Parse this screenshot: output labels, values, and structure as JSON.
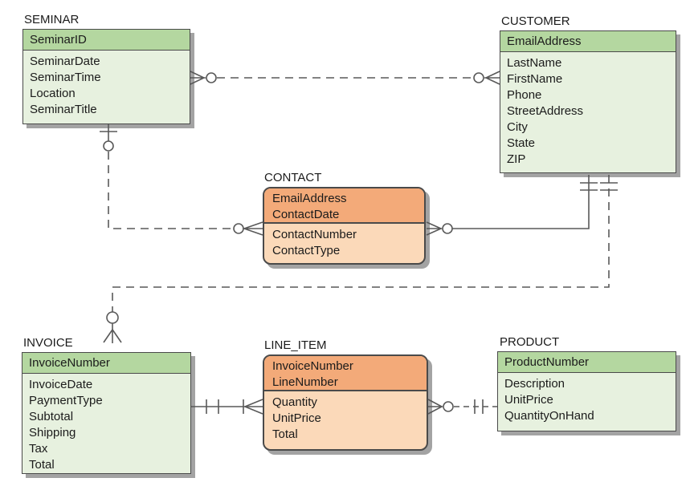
{
  "colors": {
    "green_header": "#b4d7a0",
    "green_body": "#e7f1df",
    "orange_header": "#f3aa79",
    "orange_body": "#fbd9b9",
    "border": "#4a4a4a",
    "shadow": "#a3a3a3",
    "line": "#595959",
    "text": "#1b1b1b",
    "background": "#ffffff"
  },
  "entities": {
    "seminar": {
      "title": "SEMINAR",
      "header": [
        "SeminarID"
      ],
      "body": [
        "SeminarDate",
        "SeminarTime",
        "Location",
        "SeminarTitle"
      ]
    },
    "customer": {
      "title": "CUSTOMER",
      "header": [
        "EmailAddress"
      ],
      "body": [
        "LastName",
        "FirstName",
        "Phone",
        "StreetAddress",
        "City",
        "State",
        "ZIP"
      ]
    },
    "contact": {
      "title": "CONTACT",
      "header": [
        "EmailAddress",
        "ContactDate"
      ],
      "body": [
        "ContactNumber",
        "ContactType"
      ]
    },
    "invoice": {
      "title": "INVOICE",
      "header": [
        "InvoiceNumber"
      ],
      "body": [
        "InvoiceDate",
        "PaymentType",
        "Subtotal",
        "Shipping",
        "Tax",
        "Total"
      ]
    },
    "line_item": {
      "title": "LINE_ITEM",
      "header": [
        "InvoiceNumber",
        "LineNumber"
      ],
      "body": [
        "Quantity",
        "UnitPrice",
        "Total"
      ]
    },
    "product": {
      "title": "PRODUCT",
      "header": [
        "ProductNumber"
      ],
      "body": [
        "Description",
        "UnitPrice",
        "QuantityOnHand"
      ]
    }
  },
  "relationships": [
    {
      "entity_a": "SEMINAR",
      "entity_b": "CUSTOMER",
      "line_style": "dashed",
      "a_cardinality": "zero-or-many",
      "b_cardinality": "zero-or-many"
    },
    {
      "entity_a": "SEMINAR",
      "entity_b": "CONTACT",
      "line_style": "dashed",
      "a_cardinality": "zero-or-one",
      "b_cardinality": "zero-or-many"
    },
    {
      "entity_a": "CUSTOMER",
      "entity_b": "CONTACT",
      "line_style": "solid",
      "a_cardinality": "exactly-one",
      "b_cardinality": "zero-or-many"
    },
    {
      "entity_a": "CUSTOMER",
      "entity_b": "INVOICE",
      "line_style": "dashed",
      "a_cardinality": "exactly-one",
      "b_cardinality": "zero-or-many"
    },
    {
      "entity_a": "INVOICE",
      "entity_b": "LINE_ITEM",
      "line_style": "solid",
      "a_cardinality": "exactly-one",
      "b_cardinality": "one-or-many"
    },
    {
      "entity_a": "PRODUCT",
      "entity_b": "LINE_ITEM",
      "line_style": "dashed",
      "a_cardinality": "exactly-one",
      "b_cardinality": "zero-or-many"
    }
  ]
}
